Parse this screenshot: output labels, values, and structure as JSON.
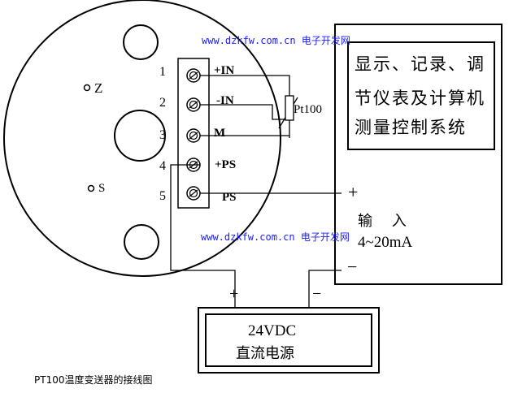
{
  "watermark_top": "www.dzkfw.com.cn 电子开发网",
  "watermark_mid": "www.dzkfw.com.cn 电子开发网",
  "transmitter": {
    "marker_z": "Z",
    "marker_s": "S",
    "terminal_numbers": [
      "1",
      "2",
      "3",
      "4",
      "5"
    ],
    "terminal_labels": [
      "+IN",
      "-IN",
      "M",
      "+PS",
      "PS"
    ]
  },
  "sensor_label": "Pt100",
  "instrument": {
    "line1": "显示、记录、调",
    "line2": "节仪表及计算机",
    "line3": "测量控制系统",
    "plus": "+",
    "minus": "−",
    "input_label": "输　 入",
    "range_label": "4~20mA"
  },
  "power_supply": {
    "line1": "24VDC",
    "line2": "直流电源",
    "plus": "+",
    "minus": "−"
  },
  "caption": "PT100温度变送器的接线图",
  "colors": {
    "line": "#000000",
    "watermark": "#1a1aff",
    "background": "#ffffff"
  }
}
